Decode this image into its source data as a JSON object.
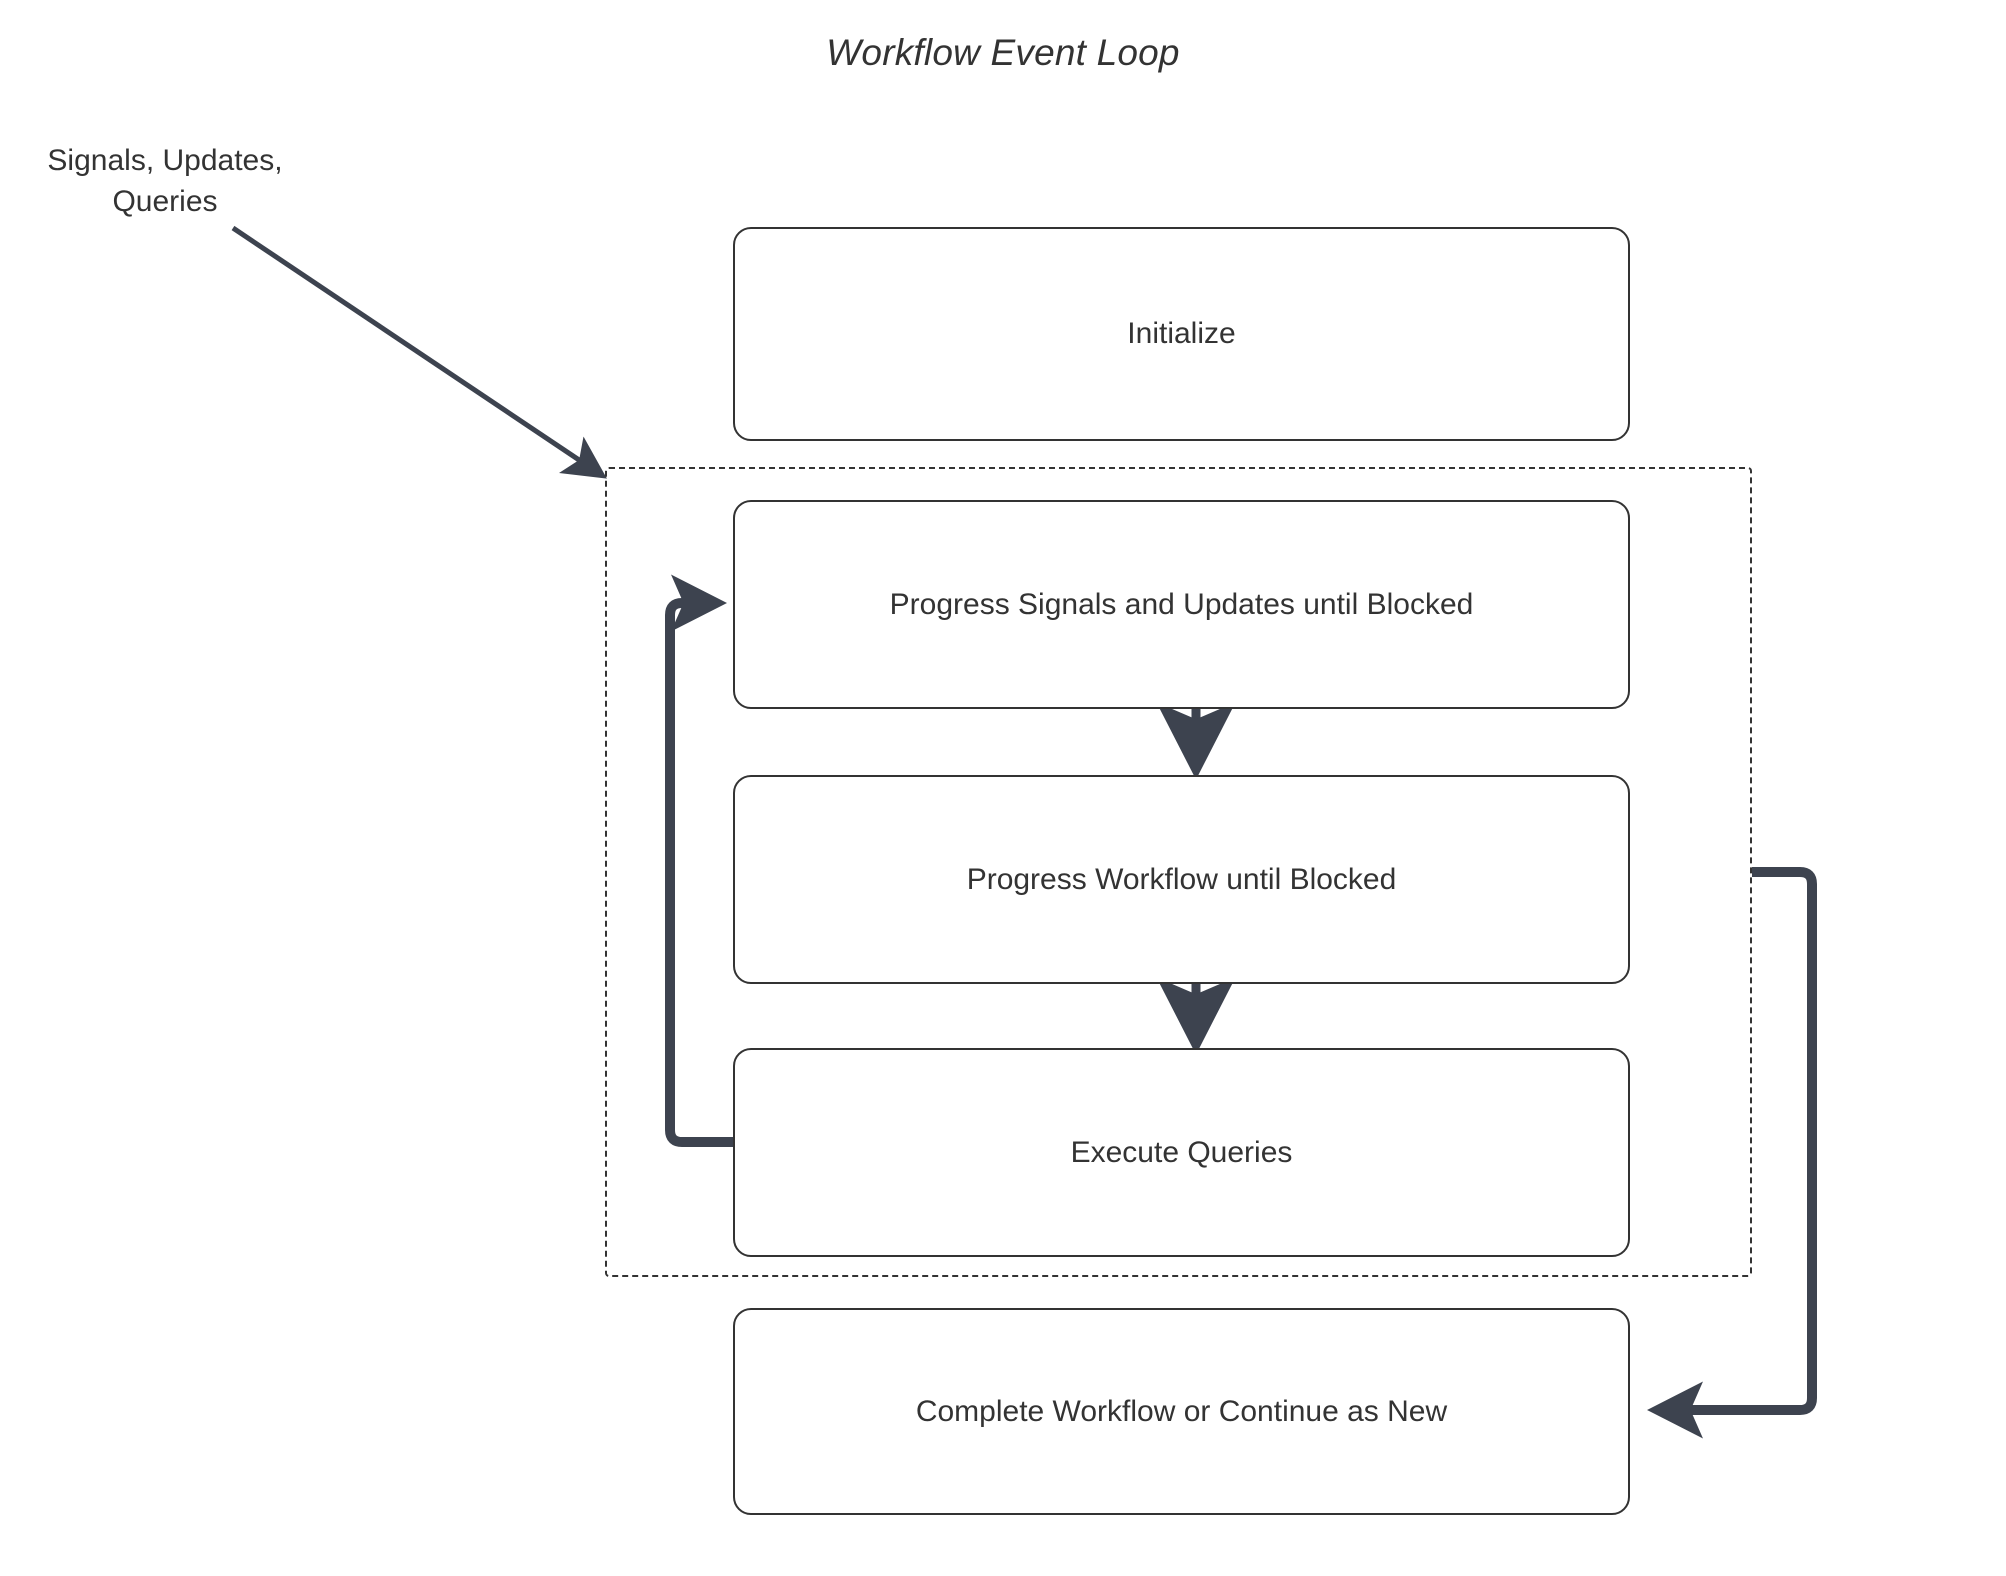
{
  "diagram": {
    "title": "Workflow Event Loop",
    "type": "flowchart",
    "accent_color": "#3d434f",
    "node_border_color": "#333333",
    "node_fill_color": "#ffffff",
    "text_color": "#333333",
    "background_color": "#ffffff"
  },
  "external_labels": [
    {
      "id": "inbound-signals",
      "text": "Signals, Updates,\nQueries"
    }
  ],
  "nodes": [
    {
      "id": "initialize",
      "label": "Initialize"
    },
    {
      "id": "progress-signals-updates",
      "label": "Progress Signals and Updates until Blocked"
    },
    {
      "id": "progress-workflow",
      "label": "Progress Workflow until Blocked"
    },
    {
      "id": "execute-queries",
      "label": "Execute Queries"
    },
    {
      "id": "complete-or-continue",
      "label": "Complete Workflow or Continue as New"
    }
  ],
  "loop_container": {
    "id": "event-loop-region",
    "style": "dashed",
    "label": ""
  },
  "edges": [
    {
      "id": "signals-to-loop",
      "from": "inbound-signals",
      "to": "event-loop-region",
      "label": "",
      "style": "thin-arrow"
    },
    {
      "id": "signals-box-to-workflow-box",
      "from": "progress-signals-updates",
      "to": "progress-workflow",
      "label": "",
      "style": "thin-arrow"
    },
    {
      "id": "workflow-box-to-queries-box",
      "from": "progress-workflow",
      "to": "execute-queries",
      "label": "",
      "style": "thin-arrow"
    },
    {
      "id": "queries-back-to-signals",
      "from": "execute-queries",
      "to": "progress-signals-updates",
      "label": "",
      "style": "thick-arrow"
    },
    {
      "id": "loop-to-complete",
      "from": "event-loop-region",
      "to": "complete-or-continue",
      "label": "",
      "style": "thick-arrow"
    }
  ]
}
